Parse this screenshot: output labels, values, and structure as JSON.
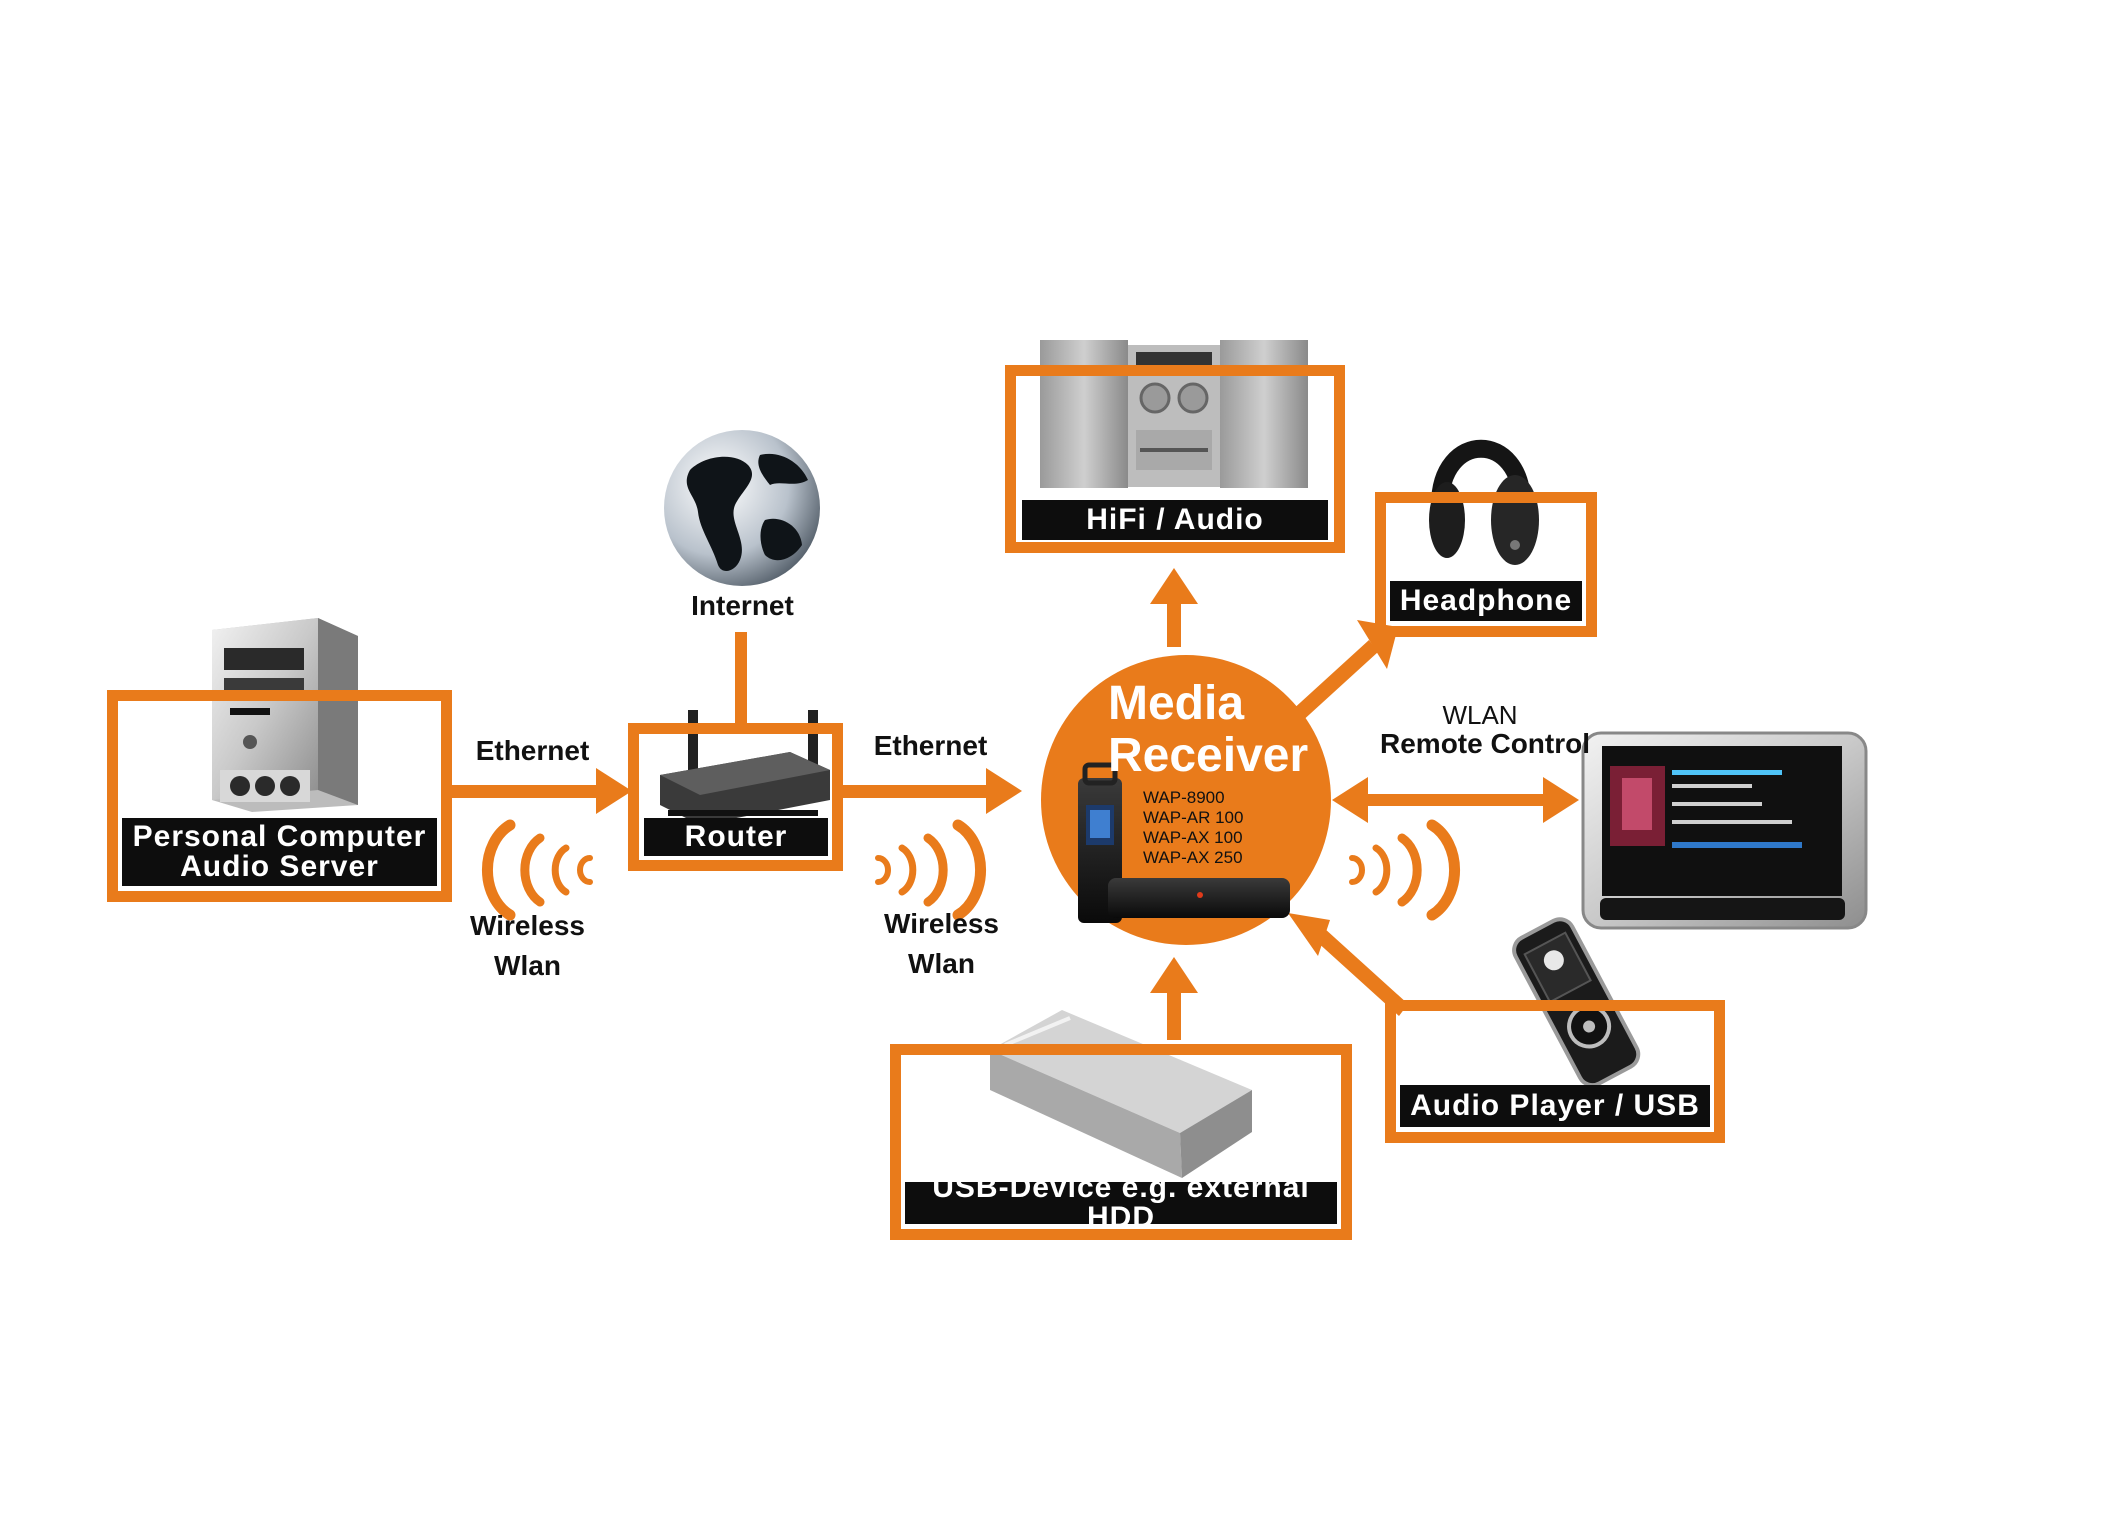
{
  "colors": {
    "accent": "#e97b1b",
    "label_bar": "#0d0d0d",
    "label_text": "#ffffff"
  },
  "nodes": {
    "pc": {
      "label": "Personal Computer\nAudio Server",
      "icon": "desktop-tower-icon"
    },
    "router": {
      "label": "Router",
      "icon": "router-icon"
    },
    "internet": {
      "label": "Internet",
      "icon": "globe-icon"
    },
    "hifi": {
      "label": "HiFi / Audio",
      "icon": "hifi-system-icon"
    },
    "headphone": {
      "label": "Headphone",
      "icon": "headphone-icon"
    },
    "tablet": {
      "icon": "tablet-remote-icon"
    },
    "audio_player": {
      "label": "Audio Player / USB",
      "icon": "audio-player-icon"
    },
    "usb_device": {
      "label": "USB-Device e.g. external HDD",
      "icon": "external-hdd-icon"
    }
  },
  "hub": {
    "title_line1": "Media",
    "title_line2": "Receiver",
    "models": [
      "WAP-8900",
      "WAP-AR 100",
      "WAP-AX 100",
      "WAP-AX 250"
    ],
    "icon": "media-receiver-icon"
  },
  "links": {
    "pc_router_top": "Ethernet",
    "pc_router_bottom_1": "Wireless",
    "pc_router_bottom_2": "Wlan",
    "router_hub_top": "Ethernet",
    "router_hub_bottom_1": "Wireless",
    "router_hub_bottom_2": "Wlan",
    "hub_tablet_1": "WLAN",
    "hub_tablet_2": "Remote Control"
  }
}
